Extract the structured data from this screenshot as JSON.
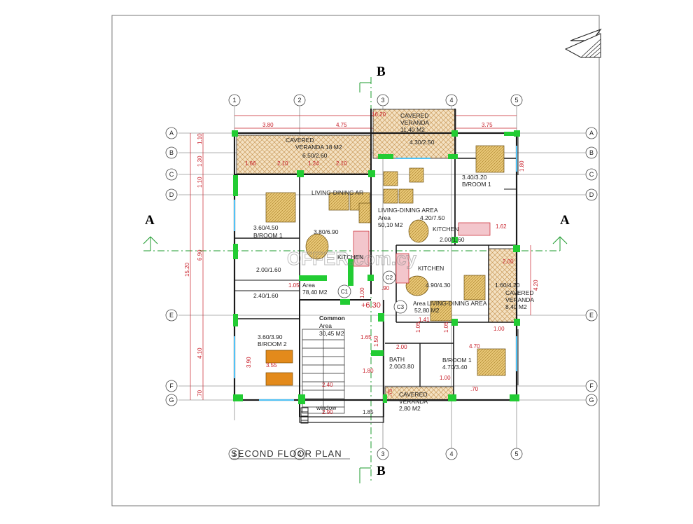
{
  "plan_title": "SECOND FLOOR PLAN",
  "section_marks": {
    "a_left": "A",
    "a_right": "A",
    "b_top": "B",
    "b_bottom": "B"
  },
  "grid_columns": [
    "1",
    "2",
    "3",
    "4",
    "5"
  ],
  "grid_rows": [
    "A",
    "B",
    "C",
    "D",
    "E",
    "F",
    "G"
  ],
  "watermark": "OFFER.com.cy",
  "colors": {
    "wall": "#1a1a1a",
    "column": "#22cc33",
    "dimension": "#c8202a",
    "axis": "#1e9b2e",
    "veranda_hatch": "#d9b27c",
    "furniture": "#c8a030",
    "glass": "#4fc3f7"
  },
  "rooms": {
    "veranda_left": {
      "label1": "CAVERED",
      "label2": "VERANDA 18 M2",
      "size": "6.50/2.60"
    },
    "veranda_top": {
      "label1": "CAVERED",
      "label2": "VERANDA",
      "area": "11,40 M2",
      "size": "4.30/2.50"
    },
    "veranda_right": {
      "label1": "CAVERED",
      "label2": "VERANDA",
      "area": "8,40 M2",
      "size": "1.60/4.20"
    },
    "veranda_bottom": {
      "label1": "CAVERED",
      "label2": "VERANDA",
      "area": "2,80 M2"
    },
    "bedroom_left_1": {
      "name": "B/ROOM 1",
      "size": "3.60/4.50"
    },
    "bedroom_left_2": {
      "name": "B/ROOM 2",
      "size": "3.60/3.90"
    },
    "living_left": {
      "name": "LIVING-DINING AR",
      "size": "3.80/6.90"
    },
    "kitchen_left": {
      "name": "KITCHEN"
    },
    "bath_left_a": {
      "size": "2.00/1.60"
    },
    "bath_left_b": {
      "size": "2.40/1.60"
    },
    "area_left": {
      "label": "Area",
      "value": "78,40 M2"
    },
    "living_mid": {
      "name": "LIVING-DINING AREA",
      "label": "Area",
      "value": "50,10 M2",
      "size": "4.20/7.50"
    },
    "kitchen_mid": {
      "name": "KITCHEN",
      "size": "2.00/1.60"
    },
    "bedroom_tr": {
      "size": "3.40/3.20",
      "name": "B/ROOM 1"
    },
    "kitchen_right": {
      "name": "KITCHEN"
    },
    "living_right": {
      "name": "LIVING-DINING AREA",
      "size": "4.90/4.30",
      "label": "Area",
      "value": "52,80 M2"
    },
    "bath_right": {
      "name": "BATH",
      "size": "2.00/3.80"
    },
    "bedroom_br": {
      "name": "B/ROOM 1",
      "size": "4.70/3.40"
    },
    "common": {
      "name": "Common",
      "label": "Area",
      "value": "30,45 M2"
    },
    "window_label": "window"
  },
  "markers": {
    "c1": "C1",
    "c2": "C2",
    "c3": "C3",
    "level": "+6.30"
  },
  "dims_top": [
    "3.80",
    "4.75",
    "16.20",
    "3.75"
  ],
  "dims_top_inner": [
    "1.66",
    "2.10",
    "1.24",
    "2.10"
  ],
  "dims_left": [
    "1.10",
    "1.30",
    "1.10",
    "6.90",
    "15.20",
    "4.10",
    ".70"
  ],
  "dims_misc": [
    "1.05",
    "1.00",
    ".90",
    "1.65",
    "1.50",
    "1.80",
    "2.40",
    "2.90",
    "1.85",
    "3.55",
    "3.90",
    "2.00",
    "1.41",
    "1.62",
    "1.80",
    "4.20",
    "1.00",
    "4.70",
    ".70",
    "1.00",
    "2.00",
    ".75",
    "1.05",
    "1.05"
  ]
}
